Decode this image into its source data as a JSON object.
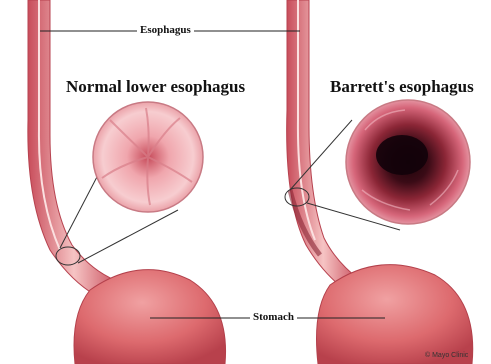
{
  "labels": {
    "esophagus": "Esophagus",
    "normal_title": "Normal lower esophagus",
    "barrett_title": "Barrett's esophagus",
    "stomach": "Stomach",
    "credit": "© Mayo Clinic"
  },
  "colors": {
    "tissue_outer": "#d9606b",
    "tissue_inner": "#f2b7b7",
    "stomach": "#df6f72",
    "barrett_lumen": "#3a0b16",
    "callout_line": "#333333"
  }
}
